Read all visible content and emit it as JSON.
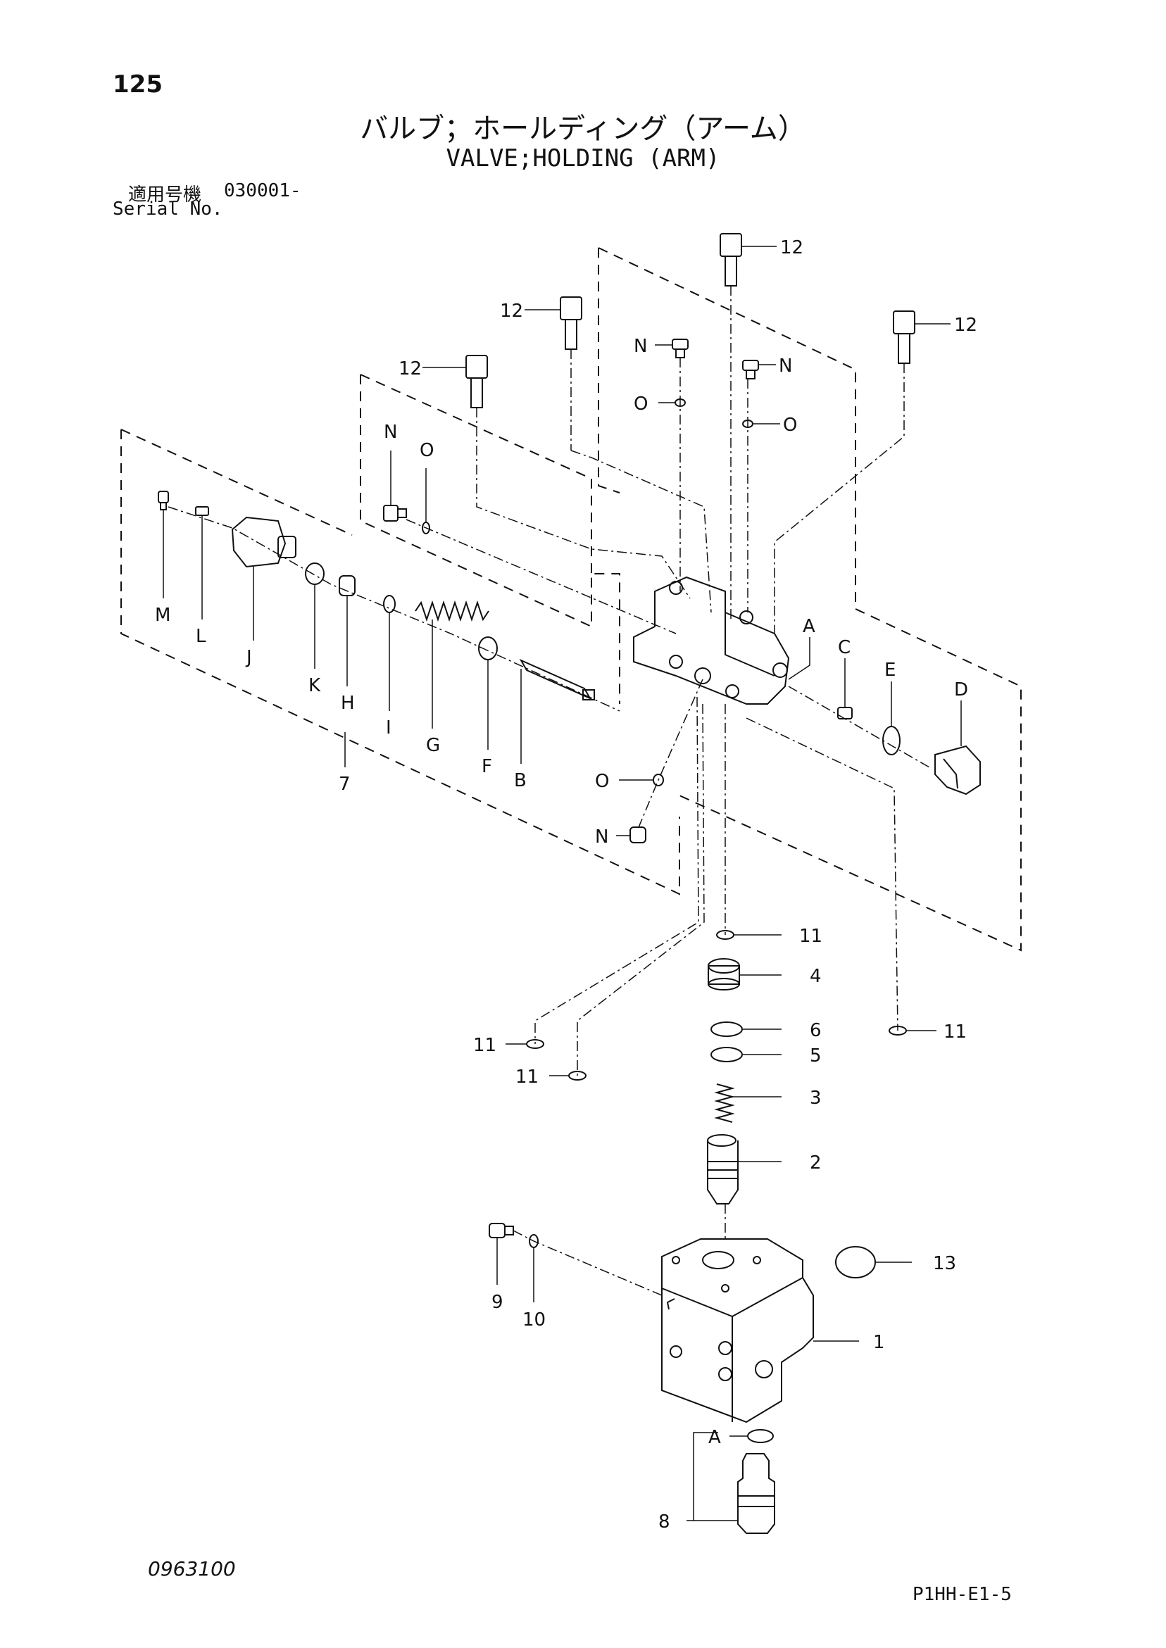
{
  "page_number": "125",
  "title_jp": "バルブ；ホールディング（アーム）",
  "title_en": "VALVE;HOLDING (ARM)",
  "serial": {
    "label_jp": "適用号機",
    "value": "030001-",
    "label_en": "Serial No."
  },
  "drawing_id": "0963100",
  "figure_code": "P1HH-E1-5",
  "callouts": {
    "c1": "1",
    "c2": "2",
    "c3": "3",
    "c4": "4",
    "c5": "5",
    "c6": "6",
    "c7": "7",
    "c8": "8",
    "c9": "9",
    "c10": "10",
    "c11a": "11",
    "c11b": "11",
    "c11c": "11",
    "c11d": "11",
    "c12a": "12",
    "c12b": "12",
    "c12c": "12",
    "c12d": "12",
    "c13": "13",
    "A1": "A",
    "A2": "A",
    "B": "B",
    "C": "C",
    "D": "D",
    "E": "E",
    "F": "F",
    "G": "G",
    "H": "H",
    "I": "I",
    "J": "J",
    "K": "K",
    "L": "L",
    "M": "M",
    "N1": "N",
    "N2": "N",
    "N3": "N",
    "N4": "N",
    "O1": "O",
    "O2": "O",
    "O3": "O",
    "O4": "O"
  }
}
